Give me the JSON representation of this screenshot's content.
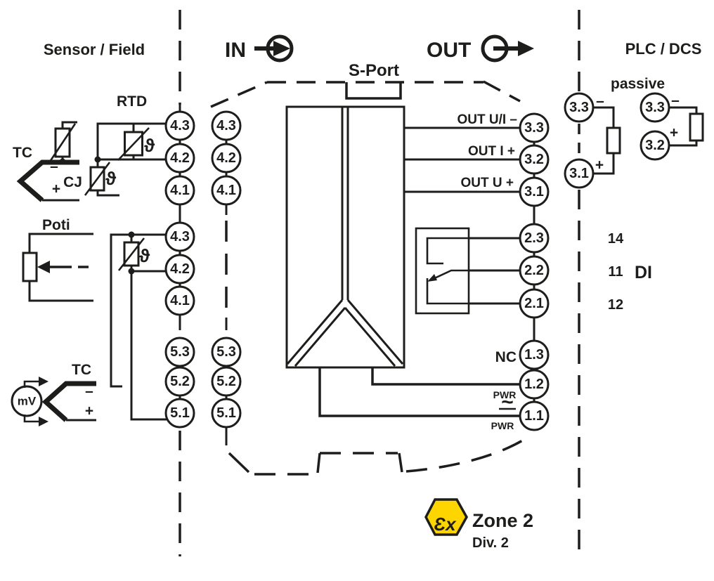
{
  "zones": {
    "sensor_field": "Sensor / Field",
    "plc_dcs": "PLC / DCS"
  },
  "flow": {
    "in": "IN",
    "out": "OUT",
    "s_port": "S-Port",
    "passive": "passive"
  },
  "sensor_labels": {
    "rtd": "RTD",
    "tc_top": "TC",
    "cj": "CJ",
    "poti": "Poti",
    "tc_bottom": "TC",
    "mv": "mV",
    "theta": "ϑ"
  },
  "signs": {
    "minus": "–",
    "plus": "+"
  },
  "output_labels": {
    "out_ui_minus": "OUT U/I –",
    "out_i_plus": "OUT I +",
    "out_u_plus": "OUT U +",
    "nc": "NC",
    "pwr_top": "PWR",
    "acdc": "~",
    "pwr_bottom": "PWR"
  },
  "di_labels": {
    "di": "DI",
    "t14": "14",
    "t11": "11",
    "t12": "12"
  },
  "terminals": {
    "left_outer": [
      "4.3",
      "4.2",
      "4.1",
      "4.3",
      "4.2",
      "4.1",
      "5.3",
      "5.2",
      "5.1"
    ],
    "left_inner": [
      "4.3",
      "4.2",
      "4.1",
      "5.3",
      "5.2",
      "5.1"
    ],
    "right_module": [
      "3.3",
      "3.2",
      "3.1",
      "2.3",
      "2.2",
      "2.1",
      "1.3",
      "1.2",
      "1.1"
    ],
    "plc_active": [
      "3.3",
      "3.1"
    ],
    "plc_passive": [
      "3.3",
      "3.2"
    ]
  },
  "marking": {
    "ex": "Ɛx",
    "zone": "Zone 2",
    "div": "Div. 2"
  },
  "colors": {
    "ink": "#1d1d1b",
    "ex_yellow": "#ffd500",
    "paper": "#ffffff"
  }
}
